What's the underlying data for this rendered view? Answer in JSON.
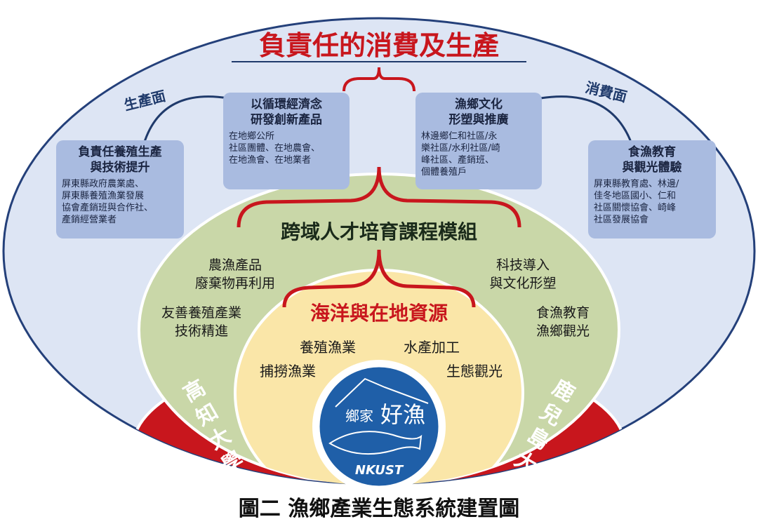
{
  "title": "負責任的消費及生產",
  "production_side": "生產面",
  "consumption_side": "消費面",
  "box_circular": {
    "head": [
      "以循環經濟念",
      "研發創新產品"
    ],
    "body": [
      "在地鄉公所",
      "社區團體、在地農會、",
      "在地漁會、在地業者"
    ]
  },
  "box_culture": {
    "head": [
      "漁鄉文化",
      "形塑與推廣"
    ],
    "body": [
      "林邊鄉仁和社區/永",
      "樂社區/水利社區/崎",
      "峰社區、產銷班、",
      "個體養殖戶"
    ]
  },
  "box_farming": {
    "head": [
      "負責任養殖生產",
      "與技術提升"
    ],
    "body": [
      "屏東縣政府農業處、",
      "屏東縣養殖漁業發展",
      "協會產銷班與合作社、",
      "產銷經營業者"
    ]
  },
  "box_education": {
    "head": [
      "食漁教育",
      "與觀光體驗"
    ],
    "body": [
      "屏東縣教育處、林邊/",
      "佳冬地區國小、仁和",
      "社區關懷協會、崎峰",
      "社區發展協會"
    ]
  },
  "middle_title": "跨域人才培育課程模組",
  "middle_items": [
    [
      "農漁產品",
      "廢棄物再利用"
    ],
    [
      "友善養殖產業",
      "技術精進"
    ],
    [
      "科技導入",
      "與文化形塑"
    ],
    [
      "食漁教育",
      "漁鄉觀光"
    ]
  ],
  "inner_title": "海洋與在地資源",
  "inner_items": [
    "養殖漁業",
    "水產加工",
    "捕撈漁業",
    "生態觀光"
  ],
  "left_university": "高知大學",
  "right_university": "鹿兒島大學",
  "logo": {
    "brand": "好漁",
    "small": "鄉家",
    "org": "NKUST"
  },
  "caption": "圖二 漁鄉產業生態系統建置圖",
  "colors": {
    "outer": "#dde5f4",
    "middle": "#c9d7a8",
    "inner": "#fae6a8",
    "red": "#c8161d",
    "navy": "#1f3a6b",
    "box": "#a9bbe0"
  }
}
